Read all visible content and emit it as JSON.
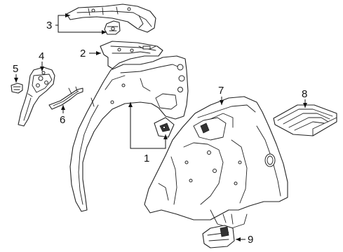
{
  "callouts": {
    "c1": "1",
    "c2": "2",
    "c3": "3",
    "c4": "4",
    "c5": "5",
    "c6": "6",
    "c7": "7",
    "c8": "8",
    "c9": "9"
  },
  "colors": {
    "stroke": "#222222",
    "background": "#ffffff"
  }
}
